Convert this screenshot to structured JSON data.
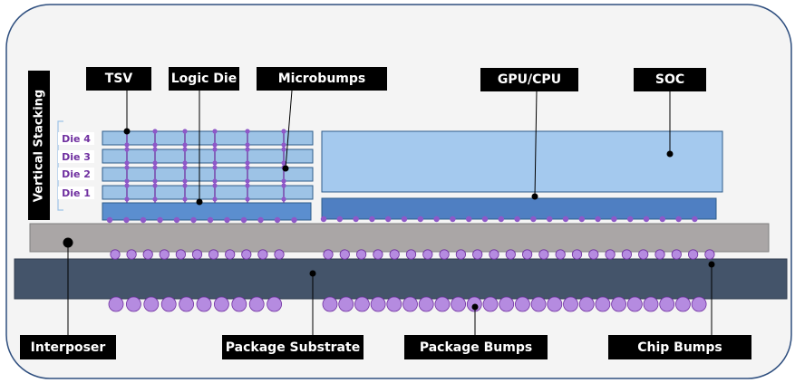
{
  "labels": {
    "tsv": "TSV",
    "logic_die": "Logic Die",
    "microbumps": "Microbumps",
    "gpu_cpu": "GPU/CPU",
    "soc": "SOC",
    "vertical_stacking": "Vertical Stacking",
    "interposer": "Interposer",
    "package_substrate": "Package Substrate",
    "package_bumps": "Package Bumps",
    "chip_bumps": "Chip Bumps"
  },
  "dies": [
    "Die 4",
    "Die 3",
    "Die 2",
    "Die 1"
  ],
  "colors": {
    "frame_fill": "#f4f4f4",
    "frame_stroke": "#2f4f7f",
    "die_fill": "#9dc3e6",
    "die_stroke": "#2e5c8a",
    "logic_die_fill": "#5b8ecf",
    "soc_fill": "#a4c9ee",
    "gpu_fill": "#4f7fc2",
    "interposer_fill": "#aaa6a6",
    "substrate_fill": "#44546a",
    "bump_fill": "#b58be0",
    "bump_stroke": "#7030a0",
    "micro_bump_fill": "#8e58c8",
    "label_bg": "#000000",
    "label_text": "#ffffff",
    "die_label_text": "#7030a0"
  }
}
